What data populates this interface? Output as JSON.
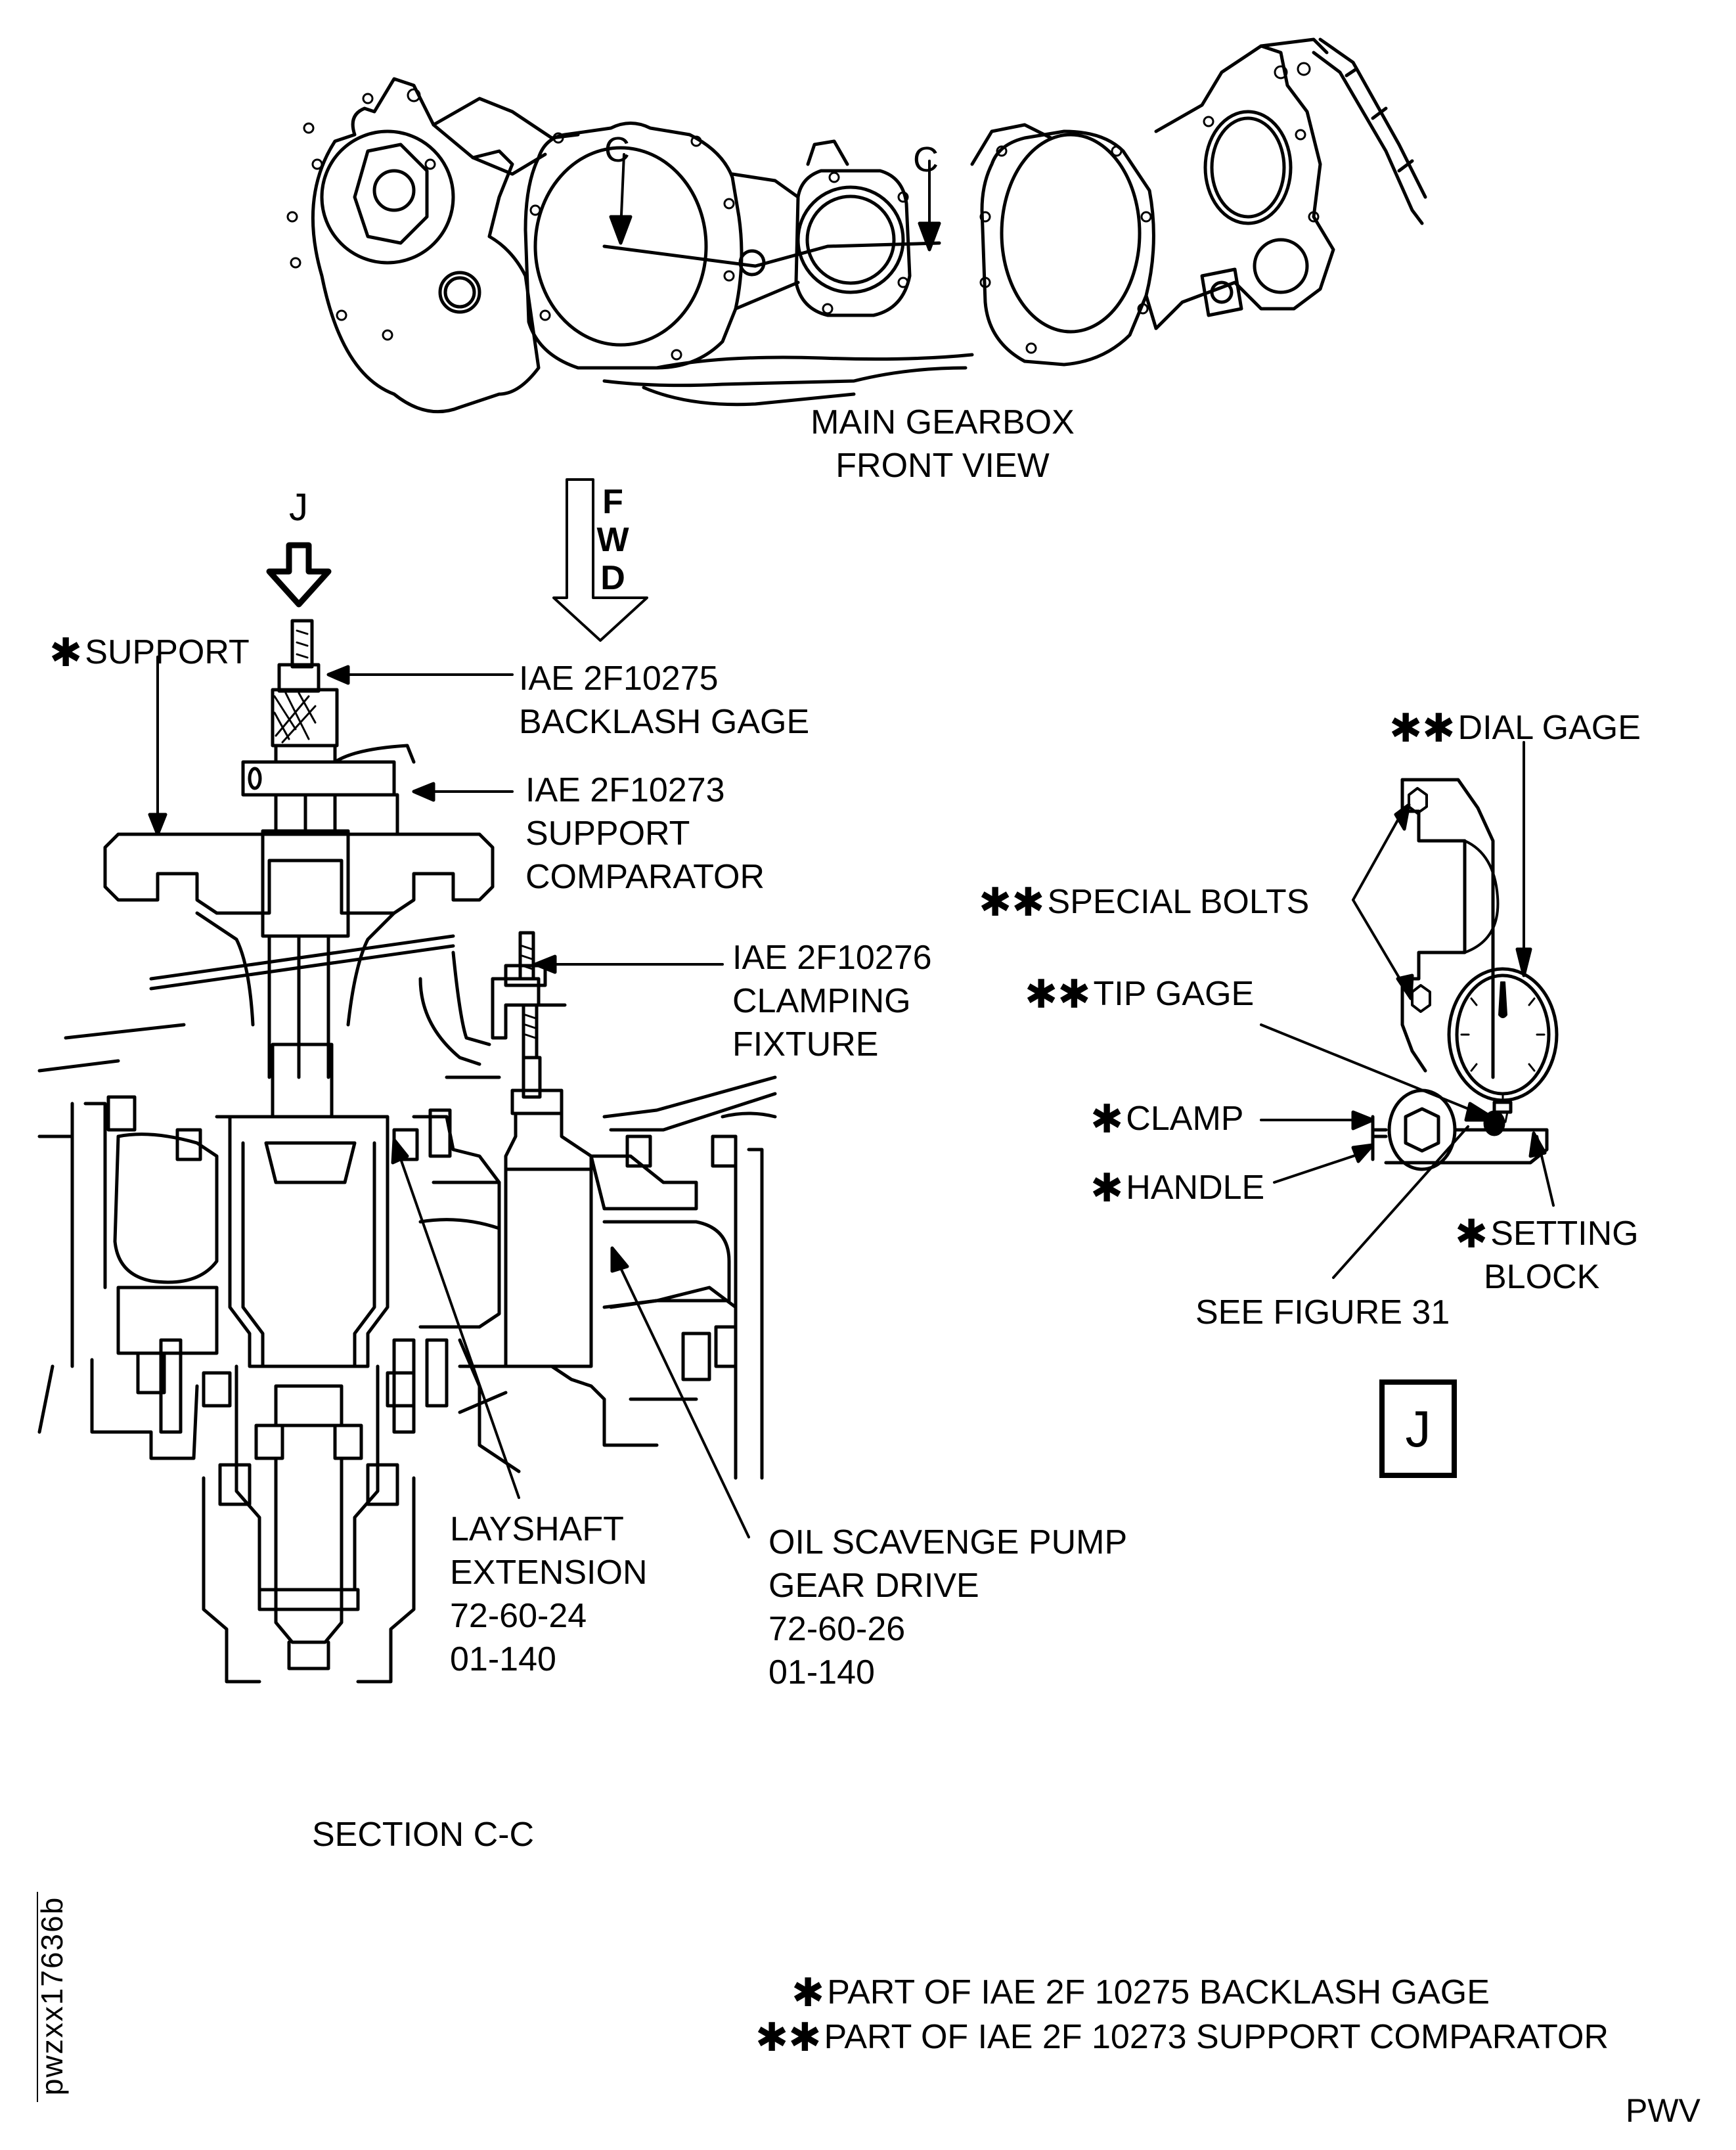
{
  "figure": {
    "top_view": {
      "title_line1": "MAIN GEARBOX",
      "title_line2": "FRONT VIEW",
      "section_marker_left": "C",
      "section_marker_right": "C"
    },
    "section_view": {
      "view_arrow_label": "J",
      "forward_arrow": [
        "F",
        "W",
        "D"
      ],
      "caption": "SECTION C-C",
      "labels": {
        "support": {
          "marker": "*",
          "text": "SUPPORT"
        },
        "backlash_gage": {
          "line1": "IAE 2F10275",
          "line2": "BACKLASH GAGE"
        },
        "support_comparator": {
          "line1": "IAE 2F10273",
          "line2": "SUPPORT",
          "line3": "COMPARATOR"
        },
        "clamping_fixture": {
          "line1": "IAE 2F10276",
          "line2": "CLAMPING",
          "line3": "FIXTURE"
        },
        "layshaft_extension": {
          "line1": "LAYSHAFT",
          "line2": "EXTENSION",
          "line3": "72-60-24",
          "line4": "01-140"
        },
        "oil_scavenge": {
          "line1": "OIL SCAVENGE PUMP",
          "line2": "GEAR DRIVE",
          "line3": "72-60-26",
          "line4": "01-140"
        }
      }
    },
    "detail_j": {
      "dial_gage": {
        "marker": "**",
        "text": "DIAL GAGE"
      },
      "special_bolts": {
        "marker": "**",
        "text": "SPECIAL BOLTS"
      },
      "tip_gage": {
        "marker": "**",
        "text": "TIP GAGE"
      },
      "clamp": {
        "marker": "*",
        "text": "CLAMP"
      },
      "handle": {
        "marker": "*",
        "text": "HANDLE"
      },
      "setting_block": {
        "marker": "*",
        "line1": "SETTING",
        "line2": "BLOCK"
      },
      "see_figure": "SEE FIGURE 31",
      "detail_id": "J"
    },
    "legend": [
      {
        "marker": "*",
        "text": "PART OF IAE 2F 10275 BACKLASH GAGE"
      },
      {
        "marker": "**",
        "text": "PART OF IAE 2F 10273 SUPPORT COMPARATOR"
      }
    ],
    "drawing_id": "pwzxx17636b",
    "footer_code": "PWV"
  },
  "colors": {
    "ink": "#000000",
    "paper": "#ffffff"
  }
}
